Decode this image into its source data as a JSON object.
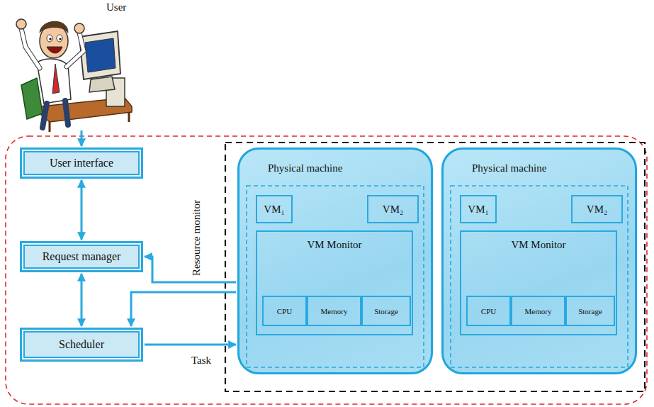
{
  "diagram": {
    "nodes": [
      {
        "text": [
          "User interface"
        ]
      },
      {
        "text": [
          "Request manager"
        ]
      },
      {
        "text": [
          "Scheduler"
        ]
      },
      {
        "text": [
          "Physical machine"
        ]
      },
      {
        "text": [
          "VM₁"
        ],
        "in": 3
      },
      {
        "text": [
          "VM₂"
        ],
        "in": 3
      },
      {
        "text": [
          "VM Monitor"
        ],
        "in": 3
      },
      {
        "text": [
          "CPU"
        ],
        "in": 6
      },
      {
        "text": [
          "Memory"
        ],
        "in": 6
      },
      {
        "text": [
          "Storage"
        ],
        "in": 6
      },
      {
        "text": [
          "Physical machine"
        ]
      },
      {
        "text": [
          "VM₁"
        ],
        "in": 10
      },
      {
        "text": [
          "VM₂"
        ],
        "in": 10
      },
      {
        "text": [
          "VM Monitor"
        ],
        "in": 10
      },
      {
        "text": [
          "CPU"
        ],
        "in": 13
      },
      {
        "text": [
          "Memory"
        ],
        "in": 13
      },
      {
        "text": [
          "Storage"
        ],
        "in": 13
      }
    ],
    "edges": [
      {
        "from": 0,
        "to": 1,
        "arrow": "both"
      },
      {
        "from": 1,
        "to": 2,
        "arrow": "both"
      },
      {
        "from": 3,
        "to": 1,
        "arrow": "to"
      },
      {
        "from": 3,
        "to": 2,
        "label": "Resource monitor",
        "arrow": "to"
      },
      {
        "from": 2,
        "to": 3,
        "label": "Task",
        "arrow": "to"
      }
    ],
    "labels": [
      "User"
    ]
  }
}
